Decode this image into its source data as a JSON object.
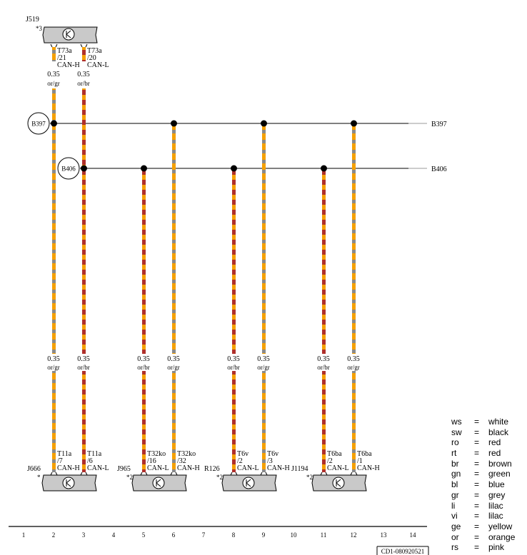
{
  "colors": {
    "orange": "#f5a000",
    "grey": "#8a8a8a",
    "brown": "#b0302a",
    "component_fill": "#c9c9c9"
  },
  "components": {
    "j519": {
      "name": "J519",
      "pin_marker": "*3",
      "icon": "control-unit-icon"
    },
    "j666": {
      "name": "J666",
      "pin_marker": "*",
      "icon": "control-unit-icon"
    },
    "j965": {
      "name": "J965",
      "pin_marker": "*2",
      "icon": "control-unit-icon"
    },
    "r126": {
      "name": "R126",
      "pin_marker": "*2",
      "icon": "control-unit-icon"
    },
    "j1194": {
      "name": "J1194",
      "pin_marker": "*2",
      "icon": "control-unit-icon"
    }
  },
  "buses": {
    "b397": {
      "circle_label": "B397",
      "end_label": "B397"
    },
    "b406": {
      "circle_label": "B406",
      "end_label": "B406"
    }
  },
  "wires": [
    {
      "top_connector": "T73a",
      "top_pin": "/21",
      "top_signal": "CAN-H",
      "top_size": "0.35",
      "top_color": "or/gr",
      "bot_size": "0.35",
      "bot_color": "or/gr",
      "bot_connector": "T11a",
      "bot_pin": "/7",
      "bot_signal": "CAN-H"
    },
    {
      "top_connector": "T73a",
      "top_pin": "/20",
      "top_signal": "CAN-L",
      "top_size": "0.35",
      "top_color": "or/br",
      "bot_size": "0.35",
      "bot_color": "or/br",
      "bot_connector": "T11a",
      "bot_pin": "/6",
      "bot_signal": "CAN-L"
    },
    {
      "bot_size": "0.35",
      "bot_color": "or/br",
      "bot_connector": "T32ko",
      "bot_pin": "/16",
      "bot_signal": "CAN-L"
    },
    {
      "bot_size": "0.35",
      "bot_color": "or/gr",
      "bot_connector": "T32ko",
      "bot_pin": "/32",
      "bot_signal": "CAN-H"
    },
    {
      "bot_size": "0.35",
      "bot_color": "or/br",
      "bot_connector": "T6v",
      "bot_pin": "/2",
      "bot_signal": "CAN-L"
    },
    {
      "bot_size": "0.35",
      "bot_color": "or/gr",
      "bot_connector": "T6v",
      "bot_pin": "/3",
      "bot_signal": "CAN-H"
    },
    {
      "bot_size": "0.35",
      "bot_color": "or/br",
      "bot_connector": "T6ba",
      "bot_pin": "/2",
      "bot_signal": "CAN-L"
    },
    {
      "bot_size": "0.35",
      "bot_color": "or/gr",
      "bot_connector": "T6ba",
      "bot_pin": "/1",
      "bot_signal": "CAN-H"
    }
  ],
  "grid_numbers": [
    "1",
    "2",
    "3",
    "4",
    "5",
    "6",
    "7",
    "8",
    "9",
    "10",
    "11",
    "12",
    "13",
    "14"
  ],
  "legend": [
    {
      "code": "ws",
      "eq": "=",
      "name": "white"
    },
    {
      "code": "sw",
      "eq": "=",
      "name": "black"
    },
    {
      "code": "ro",
      "eq": "=",
      "name": "red"
    },
    {
      "code": "rt",
      "eq": "=",
      "name": "red"
    },
    {
      "code": "br",
      "eq": "=",
      "name": "brown"
    },
    {
      "code": "gn",
      "eq": "=",
      "name": "green"
    },
    {
      "code": "bl",
      "eq": "=",
      "name": "blue"
    },
    {
      "code": "gr",
      "eq": "=",
      "name": "grey"
    },
    {
      "code": "li",
      "eq": "=",
      "name": "lilac"
    },
    {
      "code": "vi",
      "eq": "=",
      "name": "lilac"
    },
    {
      "code": "ge",
      "eq": "=",
      "name": "yellow"
    },
    {
      "code": "or",
      "eq": "=",
      "name": "orange"
    },
    {
      "code": "rs",
      "eq": "=",
      "name": "pink"
    }
  ],
  "footer": {
    "code": "CD1-080920521"
  }
}
